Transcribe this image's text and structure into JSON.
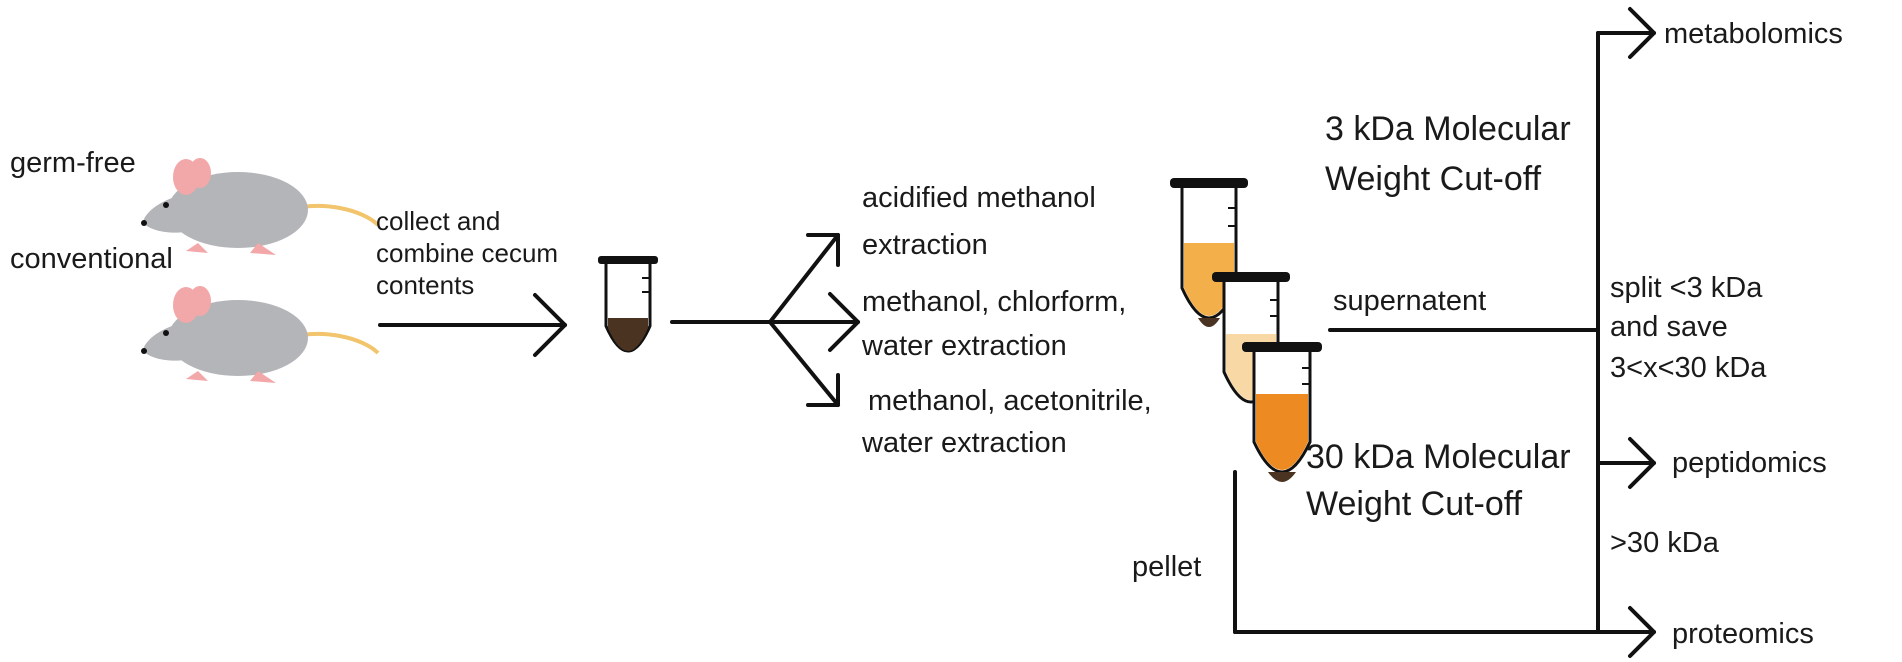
{
  "labels": {
    "germ_free": "germ-free",
    "conventional": "conventional",
    "collect_line1": "collect and",
    "collect_line2": "combine cecum",
    "collect_line3": "contents",
    "extraction1_line1": "acidified methanol",
    "extraction1_line2": "extraction",
    "extraction2_line1": "methanol, chlorform,",
    "extraction2_line2": "water extraction",
    "extraction3_line1": "methanol, acetonitrile,",
    "extraction3_line2": "water extraction",
    "cutoff3_line1": "3 kDa Molecular",
    "cutoff3_line2": "Weight Cut-off",
    "supernatent": "supernatent",
    "split_line1": "split <3 kDa",
    "split_line2": "and save",
    "split_line3": "3<x<30  kDa",
    "cutoff30_line1": "30 kDa Molecular",
    "cutoff30_line2": "Weight Cut-off",
    "pellet": "pellet",
    "gt30": ">30 kDa",
    "metabolomics": "metabolomics",
    "peptidomics": "peptidomics",
    "proteomics": "proteomics"
  },
  "colors": {
    "mouse_body": "#b3b5b8",
    "mouse_ear": "#f2a7a9",
    "mouse_tail": "#f2c46b",
    "tube_pellet": "#4a3320",
    "tube_fill_1": "#f3b04a",
    "tube_fill_2": "#f8d9a6",
    "tube_fill_3": "#ee8a22"
  },
  "icons": [
    "mouse-icon",
    "tube-icon"
  ]
}
